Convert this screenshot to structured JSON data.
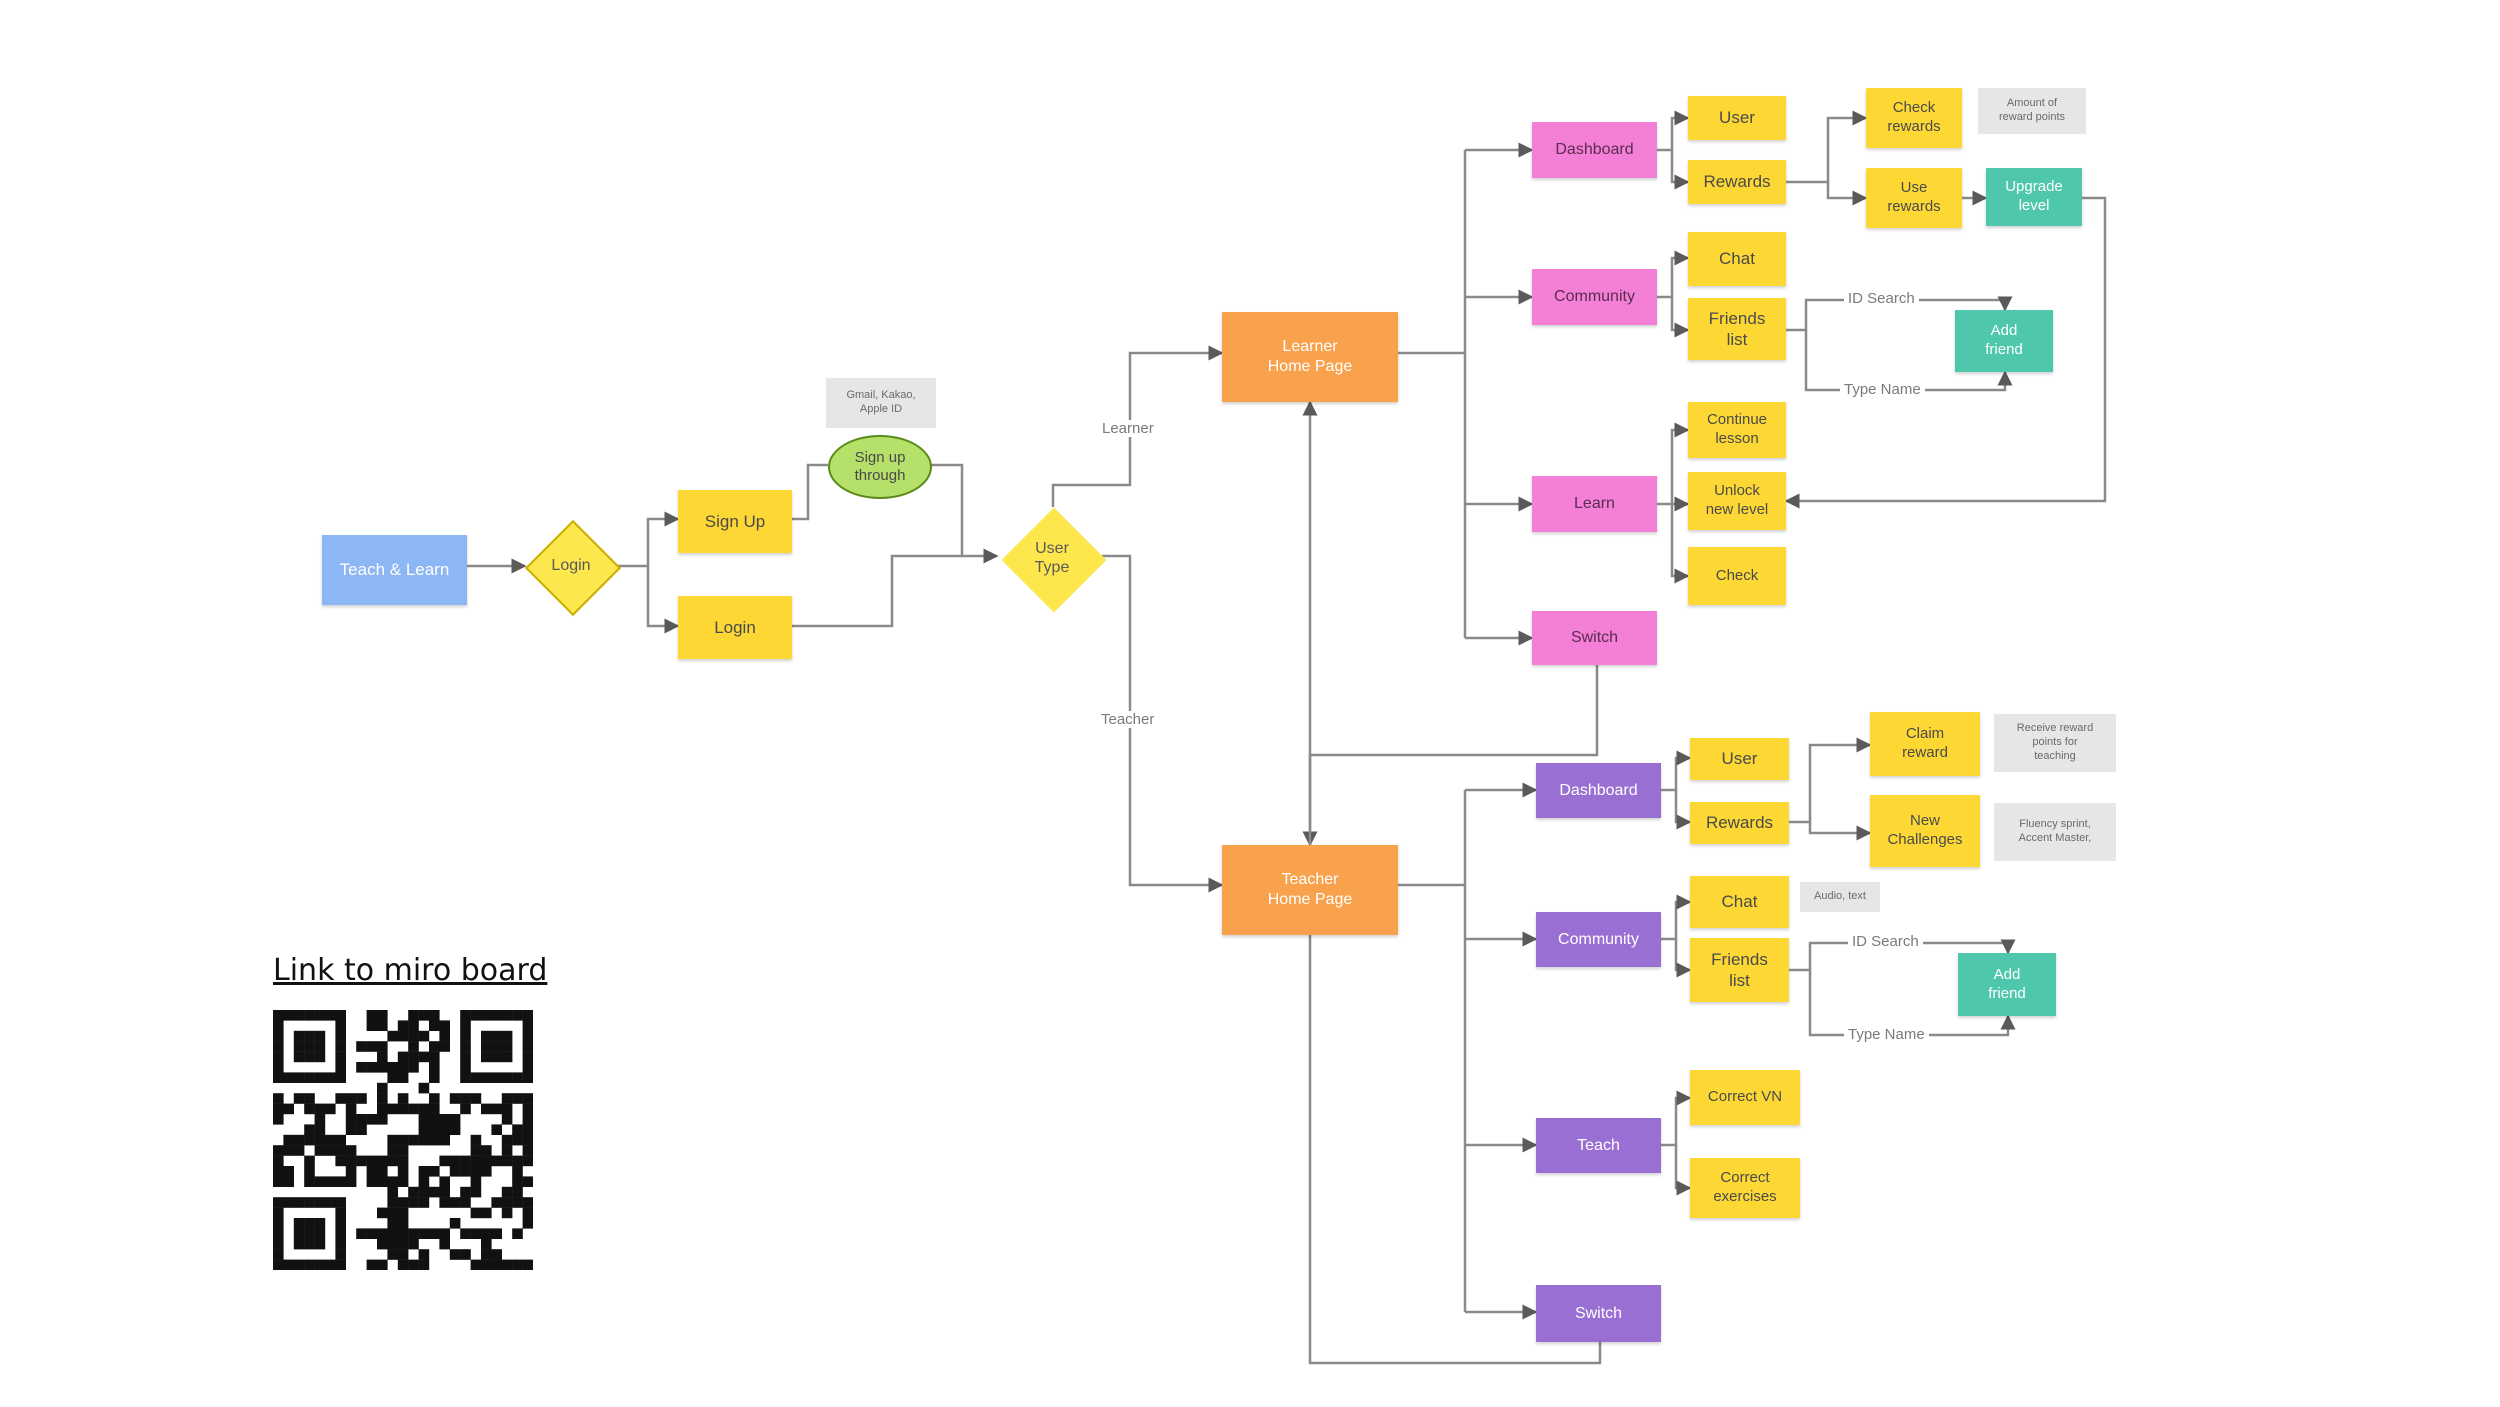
{
  "nodes": {
    "teach_learn": "Teach & Learn",
    "login_decision": "Login",
    "sign_up": "Sign Up",
    "login": "Login",
    "sign_up_through": "Sign up\nthrough",
    "sign_up_note": "Gmail, Kakao,\nApple ID",
    "user_type": "User\nType",
    "learner_home": "Learner\nHome Page",
    "teacher_home": "Teacher\nHome Page",
    "l_dashboard": "Dashboard",
    "l_community": "Community",
    "l_learn": "Learn",
    "l_switch": "Switch",
    "l_user": "User",
    "l_rewards": "Rewards",
    "l_check_rewards": "Check\nrewards",
    "l_use_rewards": "Use\nrewards",
    "l_upgrade_level": "Upgrade\nlevel",
    "l_amount_note": "Amount of\nreward points",
    "l_chat": "Chat",
    "l_friends_list": "Friends\nlist",
    "l_add_friend": "Add\nfriend",
    "l_continue_lesson": "Continue\nlesson",
    "l_unlock_level": "Unlock\nnew level",
    "l_check": "Check",
    "t_dashboard": "Dashboard",
    "t_community": "Community",
    "t_teach": "Teach",
    "t_switch": "Switch",
    "t_user": "User",
    "t_rewards": "Rewards",
    "t_claim_reward": "Claim\nreward",
    "t_new_challenges": "New\nChallenges",
    "t_receive_note": "Receive reward\npoints for\nteaching",
    "t_fluency_note": "Fluency sprint,\nAccent Master,",
    "t_chat": "Chat",
    "t_audio_note": "Audio, text",
    "t_friends_list": "Friends\nlist",
    "t_add_friend": "Add\nfriend",
    "t_correct_vn": "Correct VN",
    "t_correct_exercises": "Correct\nexercises"
  },
  "edge_labels": {
    "learner": "Learner",
    "teacher": "Teacher",
    "l_id_search": "ID Search",
    "l_type_name": "Type Name",
    "t_id_search": "ID Search",
    "t_type_name": "Type Name"
  },
  "footer": {
    "miro_link": "Link to miro board"
  },
  "colors": {
    "blue": "#8db6f5",
    "yellow": "#fdd835",
    "orange": "#f9a24d",
    "pink": "#f47fd6",
    "purple": "#9a6fd3",
    "teal": "#4fc7ad",
    "note_gray": "#e6e6e6",
    "connector": "#8a8a8a"
  },
  "icons": {
    "qr": "qr-code-icon"
  }
}
